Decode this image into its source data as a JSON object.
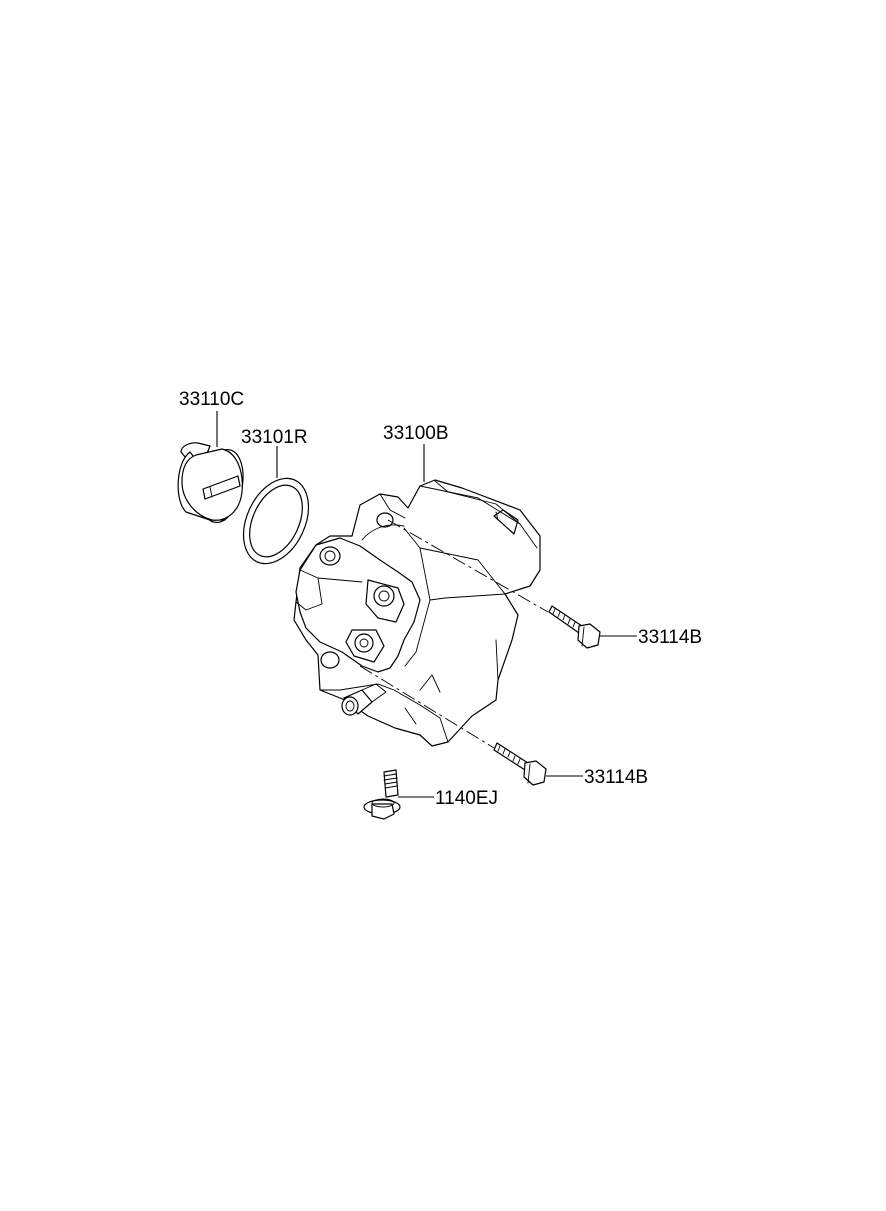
{
  "diagram": {
    "parts": [
      {
        "id": "cap",
        "part_number": "33110C"
      },
      {
        "id": "oring",
        "part_number": "33101R"
      },
      {
        "id": "pump",
        "part_number": "33100B"
      },
      {
        "id": "bolt-upper",
        "part_number": "33114B"
      },
      {
        "id": "bolt-lower",
        "part_number": "33114B"
      },
      {
        "id": "flange-bolt",
        "part_number": "1140EJ"
      }
    ]
  }
}
